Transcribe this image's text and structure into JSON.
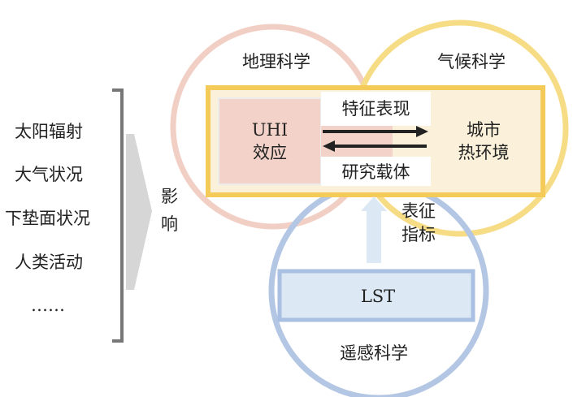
{
  "factors": [
    "太阳辐射",
    "大气状况",
    "下垫面状况",
    "人类活动",
    "……"
  ],
  "influence_label": [
    "影",
    "响"
  ],
  "disciplines": {
    "geo": "地理科学",
    "climate": "气候科学",
    "remote": "遥感科学"
  },
  "uhi": [
    "UHI",
    "效应"
  ],
  "urban_thermal": [
    "城市",
    "热环境"
  ],
  "top_label": "特征表现",
  "bottom_label": "研究载体",
  "indicator_label": [
    "表征",
    "指标"
  ],
  "lst": "LST",
  "colors": {
    "pink": "#f2c9bd",
    "yellow": "#f6d56e",
    "blue": "#a9bfe0",
    "rect": "#f3c955"
  }
}
